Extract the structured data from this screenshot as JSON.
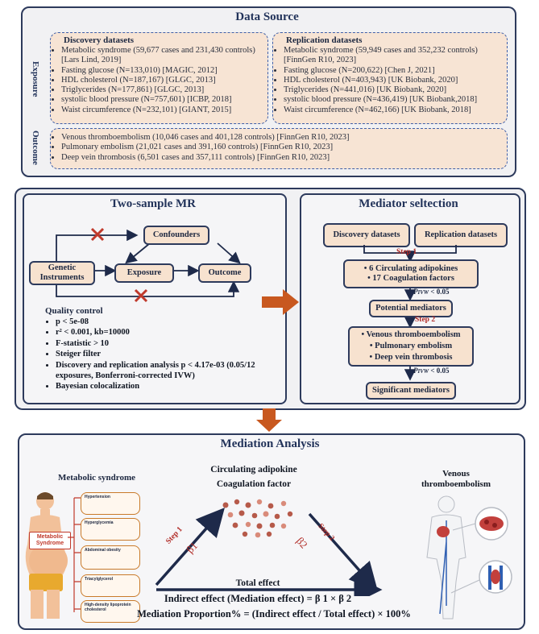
{
  "data_source": {
    "title": "Data Source",
    "exposure_label": "Exposure",
    "outcome_label": "Outcome",
    "discovery": {
      "title": "Discovery datasets",
      "items": [
        "Metabolic syndrome (59,677 cases and 231,430 controls) [Lars Lind, 2019]",
        "Fasting glucose (N=133,010) [MAGIC, 2012]",
        "HDL cholesterol (N=187,167) [GLGC, 2013]",
        "Triglycerides (N=177,861) [GLGC, 2013]",
        "systolic blood pressure (N=757,601) [ICBP, 2018]",
        "Waist circumference (N=232,101) [GIANT, 2015]"
      ]
    },
    "replication": {
      "title": "Replication datasets",
      "items": [
        "Metabolic syndrome (59,949 cases and 352,232 controls) [FinnGen R10, 2023]",
        "Fasting glucose (N=200,622) [Chen J, 2021]",
        "HDL cholesterol (N=403,943) [UK Biobank, 2020]",
        "Triglycerides (N=441,016) [UK Biobank, 2020]",
        "systolic blood pressure (N=436,419) [UK Biobank,2018]",
        "Waist circumference (N=462,166) [UK Biobank, 2018]"
      ]
    },
    "outcomes": [
      "Venous thromboembolism (10,046 cases and 401,128 controls) [FinnGen R10, 2023]",
      "Pulmonary embolism (21,021 cases and 391,160 controls) [FinnGen R10, 2023]",
      "Deep vein thrombosis (6,501 cases and 357,111 controls) [FinnGen R10, 2023]"
    ]
  },
  "mr": {
    "title": "Two-sample MR",
    "confounders": "Confounders",
    "instruments": "Genetic Instruments",
    "exposure": "Exposure",
    "outcome": "Outcome",
    "qc_title": "Quality control",
    "qc_items": [
      "p < 5e-08",
      "r² < 0.001, kb=10000",
      "F-statistic > 10",
      "Steiger filter",
      "Discovery and replication analysis  p < 4.17e-03 (0.05/12 exposures, Bonferroni-corrected IVW)",
      "Bayesian colocalization"
    ]
  },
  "mediator": {
    "title": "Mediator seltection",
    "discovery": "Discovery datasets",
    "replication": "Replication datasets",
    "step1": "Step 1",
    "candidates": [
      "6 Circulating adipokines",
      "17 Coagulation factors"
    ],
    "pivw": "P",
    "pivw_sub": "IVW",
    "pivw_value": "< 0.05",
    "potential": "Potential mediators",
    "step2": "Step 2",
    "outcomes": [
      "Venous thromboembolism",
      "Pulmonary embolism",
      "Deep vein thrombosis"
    ],
    "significant": "Significant mediators"
  },
  "mediation": {
    "title": "Mediation Analysis",
    "exposure_label": "Metabolic syndrome",
    "mediator_line1": "Circulating adipokine",
    "mediator_line2": "Coagulation factor",
    "outcome_label": "Venous thromboembolism",
    "step1": "Step 1",
    "beta1": "β1",
    "step2": "Step 2",
    "beta2": "β2",
    "total": "Total effect",
    "indirect": "Indirect effect (Mediation effect) = β 1 × β 2",
    "proportion": "Mediation Proportion% = (Indirect effect / Total effect) × 100%",
    "badge": "Metabolic Syndrome",
    "cards": [
      "Hypertension",
      "Hyperglycemia",
      "Abdominal obesity",
      "Triacylglycerol",
      "High-density lipoprotein cholesterol"
    ]
  },
  "colors": {
    "navy": "#1e2a4a",
    "accent_red": "#c0392b",
    "fill": "#f7e2cf",
    "arrow_orange": "#c8581f"
  }
}
